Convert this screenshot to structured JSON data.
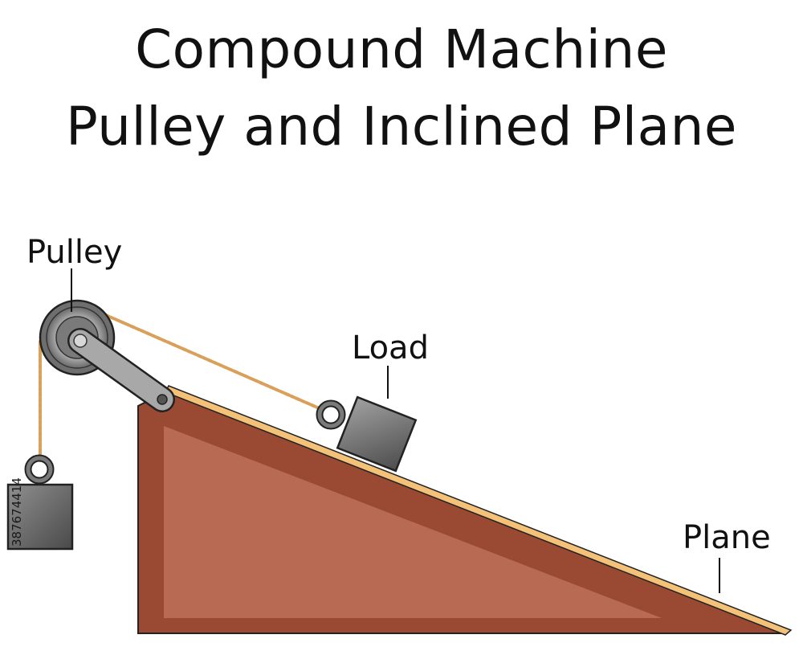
{
  "title": {
    "line1": "Compound Machine",
    "line2": "Pulley and Inclined Plane"
  },
  "labels": {
    "pulley": "Pulley",
    "load": "Load",
    "plane": "Plane"
  },
  "side_text": "387674414",
  "colors": {
    "ramp_outer": "#9a4a33",
    "ramp_inner": "#b86a52",
    "ramp_top_edge": "#f4c178",
    "rope": "#d9a05a",
    "weight_dark": "#555555",
    "weight_light": "#9a9a9a",
    "pulley_outer": "#6e6e6e",
    "pulley_inner": "#b9b9b9",
    "arm": "#a8a8a8",
    "outline": "#222222"
  }
}
